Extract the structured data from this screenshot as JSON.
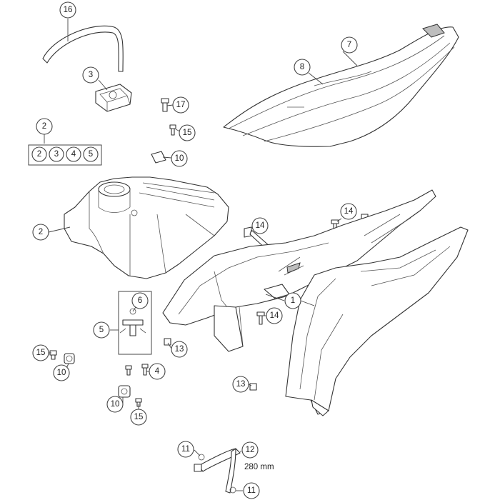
{
  "callouts": {
    "c16": "16",
    "c7": "7",
    "c8": "8",
    "c3": "3",
    "c17": "17",
    "c15a": "15",
    "c2kit": "2",
    "k2": "2",
    "k3": "3",
    "k4": "4",
    "k5": "5",
    "c10a": "10",
    "c2": "2",
    "c14a": "14",
    "c14b": "14",
    "c6": "6",
    "c1": "1",
    "c5": "5",
    "c14c": "14",
    "c13a": "13",
    "c15b": "15",
    "c10b": "10",
    "c4": "4",
    "c13b": "13",
    "c10c": "10",
    "c15c": "15",
    "c11a": "11",
    "c12": "12",
    "c11b": "11"
  },
  "hose_length": "280 mm"
}
